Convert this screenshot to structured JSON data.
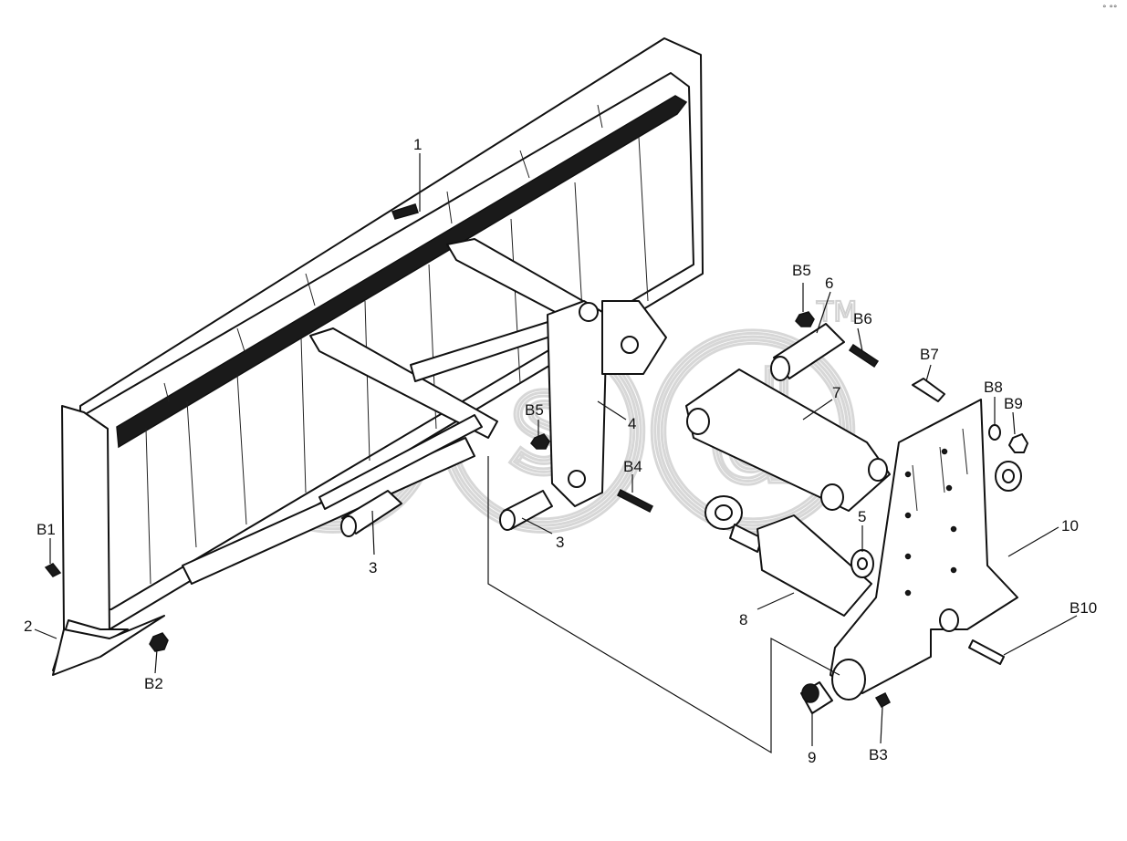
{
  "diagram": {
    "watermark": "TM",
    "corner_mark": "° °°",
    "callouts": {
      "p1": "1",
      "p2": "2",
      "p3a": "3",
      "p3b": "3",
      "p4": "4",
      "p5": "5",
      "p6": "6",
      "p7": "7",
      "p8": "8",
      "p9": "9",
      "p10": "10",
      "b1": "B1",
      "b2": "B2",
      "b3": "B3",
      "b4": "B4",
      "b5a": "B5",
      "b5b": "B5",
      "b6": "B6",
      "b7": "B7",
      "b8": "B8",
      "b9": "B9",
      "b10": "B10"
    }
  }
}
